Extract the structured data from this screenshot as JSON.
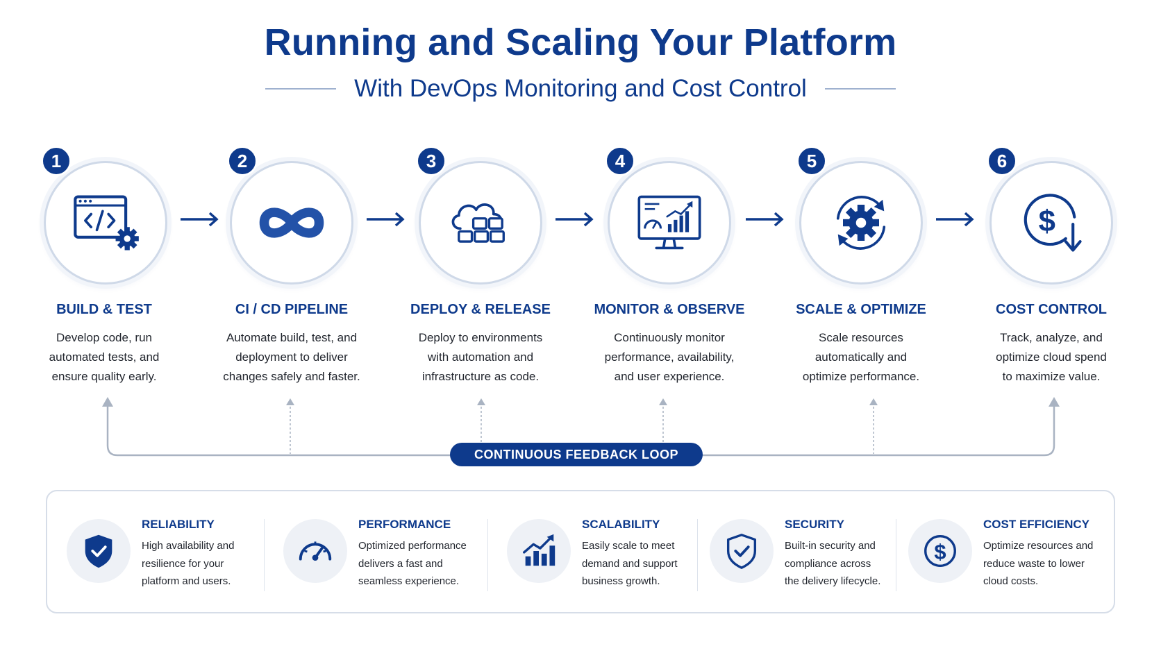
{
  "title": "Running and Scaling Your Platform",
  "subtitle": "With DevOps Monitoring and Cost Control",
  "colors": {
    "primary": "#0e3a8c",
    "ring": "#cfd9e8",
    "loop": "#a9b3c2"
  },
  "steps": [
    {
      "number": "1",
      "title": "BUILD & TEST",
      "lines": [
        "Develop code, run",
        "automated tests, and",
        "ensure quality early."
      ],
      "icon": "code-window-gear-icon"
    },
    {
      "number": "2",
      "title": "CI / CD PIPELINE",
      "lines": [
        "Automate build, test, and",
        "deployment to deliver",
        "changes safely and faster."
      ],
      "icon": "infinity-icon"
    },
    {
      "number": "3",
      "title": "DEPLOY & RELEASE",
      "lines": [
        "Deploy to environments",
        "with automation and",
        "infrastructure as code."
      ],
      "icon": "cloud-containers-icon"
    },
    {
      "number": "4",
      "title": "MONITOR & OBSERVE",
      "lines": [
        "Continuously monitor",
        "performance, availability,",
        "and user experience."
      ],
      "icon": "monitor-dashboard-icon"
    },
    {
      "number": "5",
      "title": "SCALE & OPTIMIZE",
      "lines": [
        "Scale resources",
        "automatically and",
        "optimize performance."
      ],
      "icon": "gear-cycle-icon"
    },
    {
      "number": "6",
      "title": "COST CONTROL",
      "lines": [
        "Track, analyze, and",
        "optimize cloud spend",
        "to maximize value."
      ],
      "icon": "dollar-down-icon"
    }
  ],
  "feedback_loop": "CONTINUOUS FEEDBACK LOOP",
  "pillars": [
    {
      "title": "RELIABILITY",
      "lines": [
        "High availability and",
        "resilience for your",
        "platform and users."
      ],
      "icon": "shield-check-solid-icon"
    },
    {
      "title": "PERFORMANCE",
      "lines": [
        "Optimized performance",
        "delivers a fast and",
        "seamless experience."
      ],
      "icon": "speedometer-icon"
    },
    {
      "title": "SCALABILITY",
      "lines": [
        "Easily scale to meet",
        "demand and support",
        "business growth."
      ],
      "icon": "growth-chart-icon"
    },
    {
      "title": "SECURITY",
      "lines": [
        "Built-in security and",
        "compliance across",
        "the delivery lifecycle."
      ],
      "icon": "shield-check-outline-icon"
    },
    {
      "title": "COST EFFICIENCY",
      "lines": [
        "Optimize resources and",
        "reduce waste to lower",
        "cloud costs."
      ],
      "icon": "dollar-coin-icon"
    }
  ]
}
